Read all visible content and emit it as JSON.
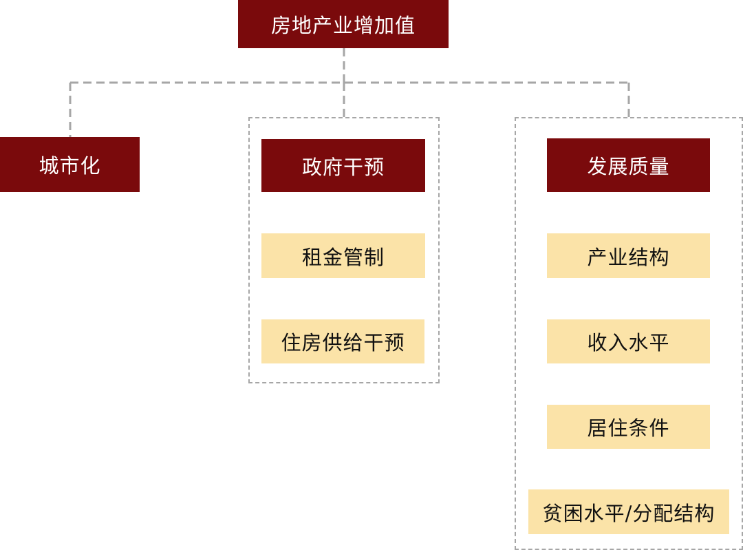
{
  "root": {
    "label": "房地产业增加值"
  },
  "branches": {
    "urbanization": {
      "label": "城市化"
    },
    "government": {
      "label": "政府干预",
      "items": [
        "租金管制",
        "住房供给干预"
      ]
    },
    "quality": {
      "label": "发展质量",
      "items": [
        "产业结构",
        "收入水平",
        "居住条件",
        "贫困水平/分配结构"
      ]
    }
  },
  "colors": {
    "dark": "#7a0a0c",
    "light": "#fbe3a8",
    "connector": "#a6a6a6"
  }
}
